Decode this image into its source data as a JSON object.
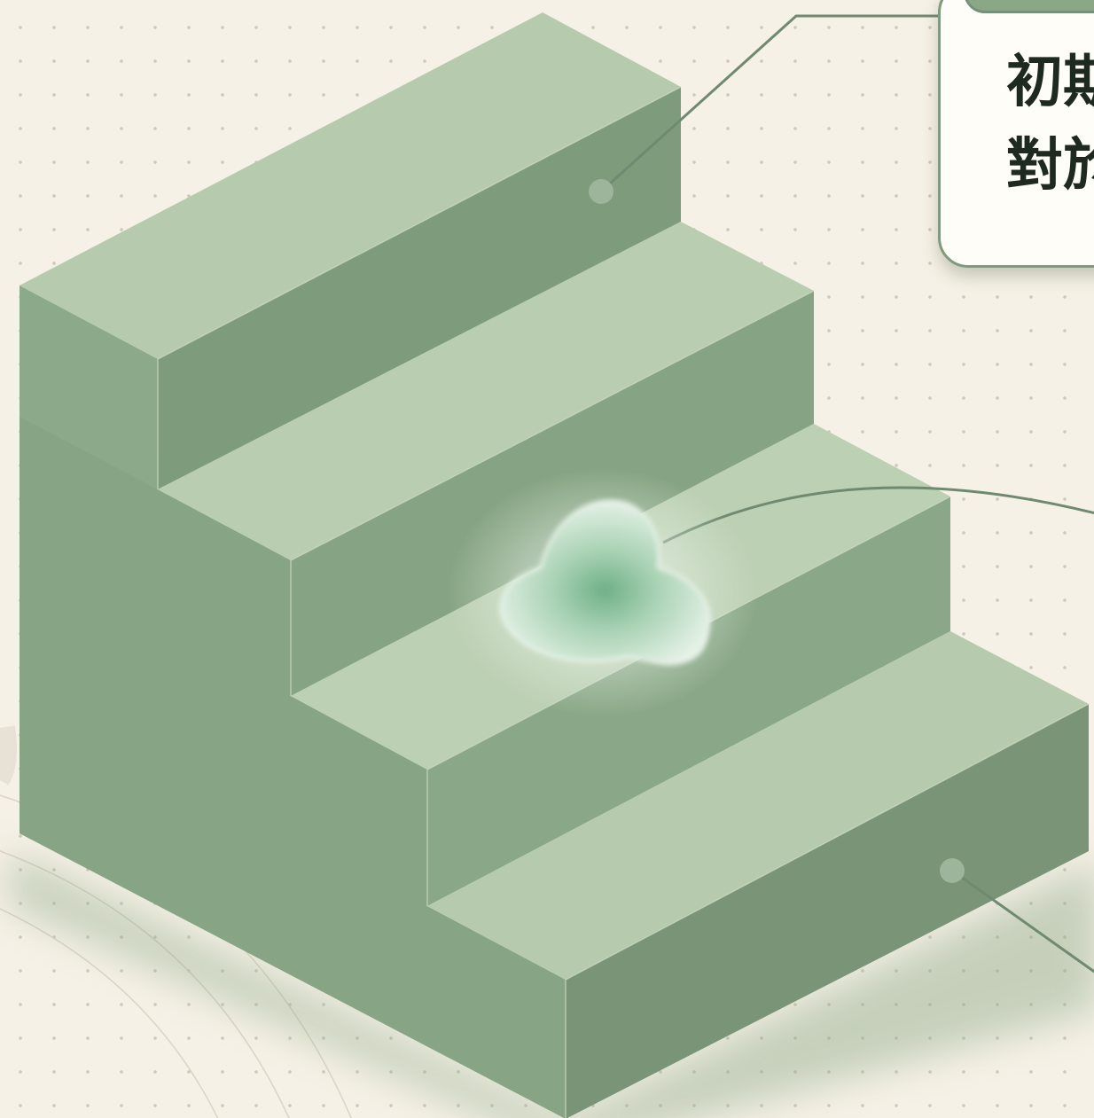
{
  "callout": {
    "line1": "初期",
    "line2": "對於"
  },
  "colors": {
    "background": "#f6f1e6",
    "dot_grid": "#cfc8b8",
    "stair_top": "#b9cdb0",
    "stair_front": "#7f9c7d",
    "stair_side": "#8dab8a",
    "connector": "#6f8a70",
    "blob": "#6fb088",
    "card_border": "#7f9a7c"
  },
  "icons": {
    "stairs": "staircase-illustration",
    "blob": "glowing-slime-blob",
    "markers": "connector-dot"
  }
}
